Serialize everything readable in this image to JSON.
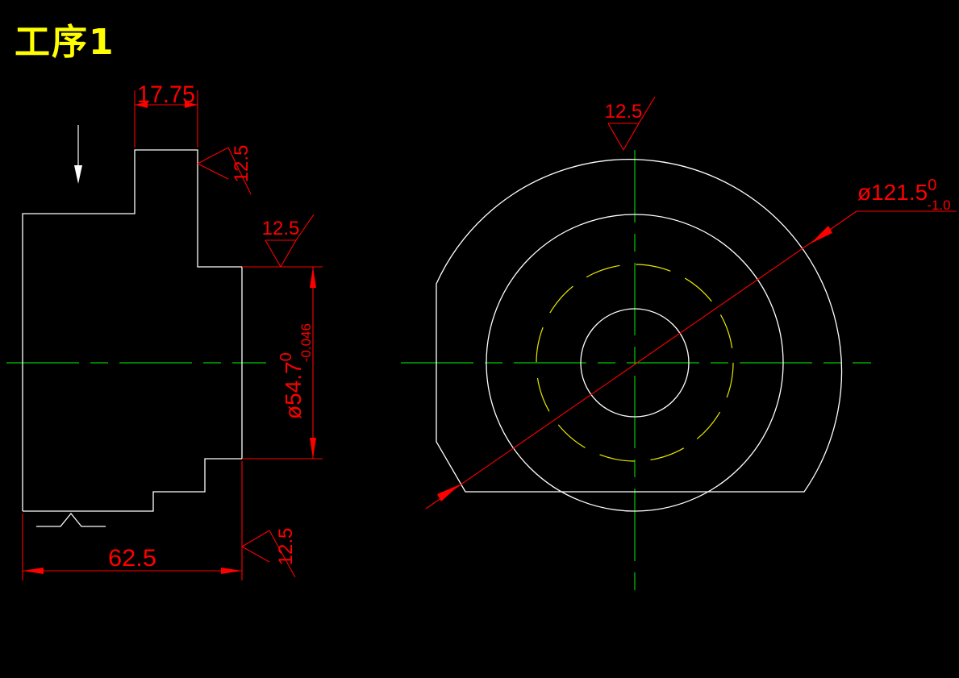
{
  "title": "工序1",
  "left_view": {
    "dim_top": "17.75",
    "dim_bottom": "62.5",
    "dim_dia": {
      "symbol": "ø",
      "value": "54.7",
      "upper": "0",
      "lower": "-0.046"
    },
    "roughness": [
      "12.5",
      "12.5",
      "12.5"
    ]
  },
  "right_view": {
    "roughness": "12.5",
    "dim_dia": {
      "symbol": "ø",
      "value": "121.5",
      "upper": "0",
      "lower": "-1.0"
    }
  },
  "colors": {
    "outline": "#ffffff",
    "centerline": "#00cc00",
    "dimension": "#ff0000",
    "hidden": "#e6e600",
    "title": "#ffff00"
  }
}
